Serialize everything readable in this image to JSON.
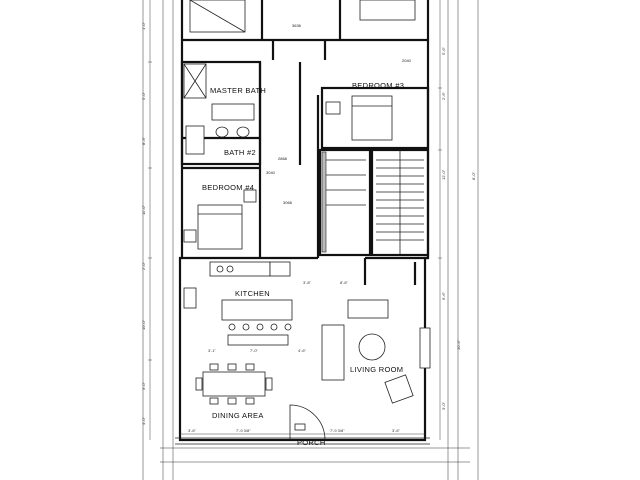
{
  "rooms": {
    "master_bath": "MASTER BATH",
    "bedroom_3": "BEDROOM #3",
    "bath_2": "BATH #2",
    "bedroom_4": "BEDROOM #4",
    "kitchen": "KITCHEN",
    "living_room": "LIVING ROOM",
    "dining_area": "DINING AREA",
    "porch": "PORCH"
  },
  "dimensions": {
    "left_1": "1'-0\"",
    "left_2": "5'-0\"",
    "left_3": "8'-3\"",
    "left_4": "11'-0\"",
    "left_5": "2'-0\"",
    "left_6": "10'-0\"",
    "left_7": "3'-0\"",
    "left_8": "4'-0\"",
    "right_1": "5'-6\"",
    "right_2": "2'-6\"",
    "right_3": "12'-0\"",
    "right_4": "8'-0\"",
    "right_5": "6'-6\"",
    "right_6": "10'-6\"",
    "right_7": "3'-0\"",
    "bottom_1": "3'-6\"",
    "bottom_2": "7'-9 3/8\"",
    "bottom_3": "7'-9 3/8\"",
    "bottom_4": "3'-6\"",
    "kitchen_1": "3'-1\"",
    "kitchen_2": "7'-0\"",
    "kitchen_3": "4'-6\"",
    "living_1": "3'-8\"",
    "living_2": "8'-6\""
  },
  "notes": {
    "window_1": "3636",
    "window_2": "2040",
    "window_3": "3040",
    "door_1": "2868",
    "door_2": "3068"
  }
}
